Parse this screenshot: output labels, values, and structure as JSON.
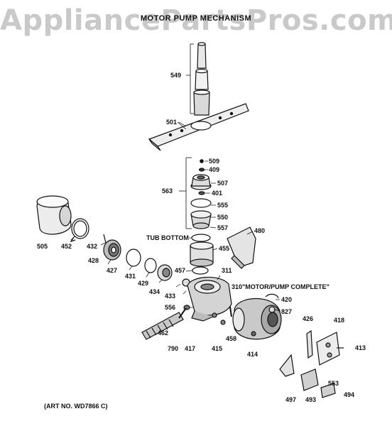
{
  "watermark": "AppliancePartsPros.com",
  "title": "MOTOR PUMP MECHANISM",
  "art_number": "(ART NO. WD7866 C)",
  "labels": {
    "p549": "549",
    "p501": "501",
    "p509": "509",
    "p409": "409",
    "p507": "507",
    "p563": "563",
    "p401": "401",
    "p555": "555",
    "p550": "550",
    "p557": "557",
    "tub_bottom": "TUB BOTTOM",
    "p480": "480",
    "p505": "505",
    "p452": "452",
    "p432": "432",
    "p428": "428",
    "p455": "455",
    "p427": "427",
    "p431": "431",
    "p429": "429",
    "p457": "457",
    "p311": "311",
    "p434": "434",
    "p433": "433",
    "p310": "310\"MOTOR/PUMP COMPLETE\"",
    "p420": "420",
    "p556": "556",
    "p827": "827",
    "p462": "462",
    "p790": "790",
    "p417": "417",
    "p415": "415",
    "p458": "458",
    "p426": "426",
    "p418": "418",
    "p413": "413",
    "p414": "414",
    "p553": "553",
    "p497": "497",
    "p493": "493",
    "p494": "494"
  }
}
